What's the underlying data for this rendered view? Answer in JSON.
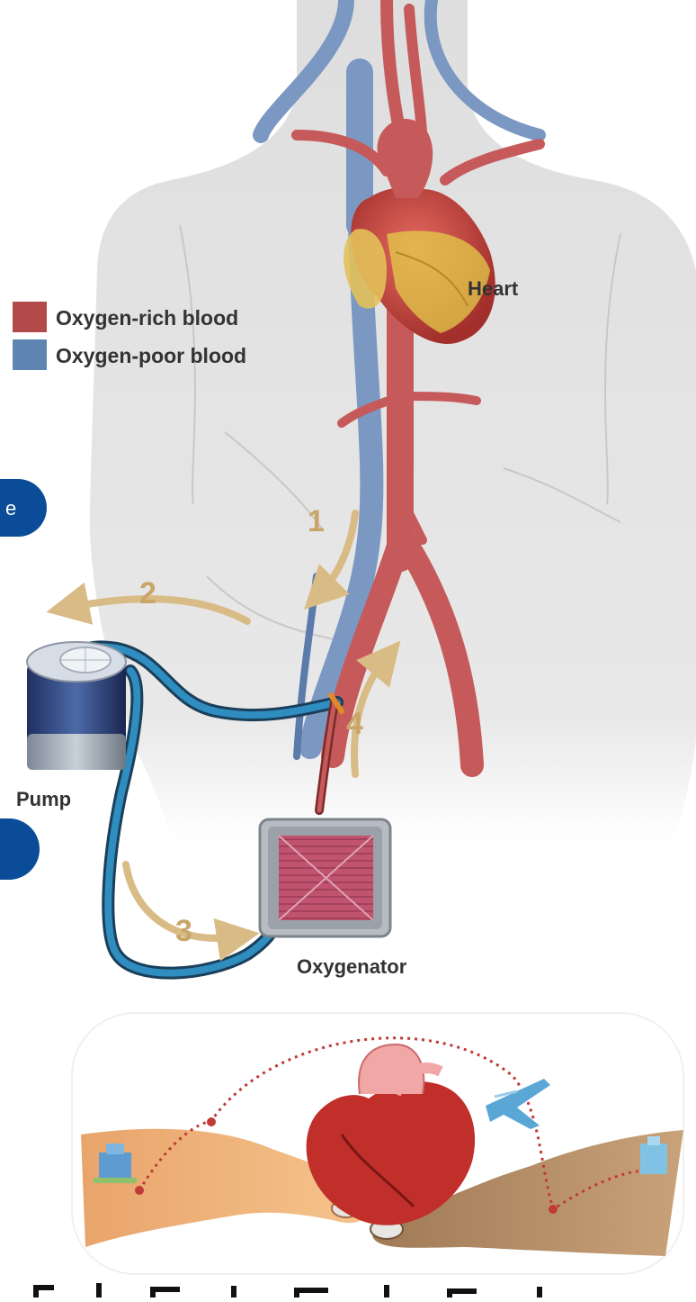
{
  "legend": {
    "rich_label": "Oxygen-rich blood",
    "poor_label": "Oxygen-poor blood",
    "rich_color": "#b24a4a",
    "poor_color": "#5f86b3"
  },
  "labels": {
    "heart": "Heart",
    "pump": "Pump",
    "oxygenator": "Oxygenator"
  },
  "steps": [
    "1",
    "2",
    "3",
    "4"
  ],
  "side_buttons": {
    "first_label": "e"
  },
  "colors": {
    "artery": "#c65a5a",
    "vein": "#7b98c2",
    "tube": "#2f8dbf",
    "arrow": "#d9bb86",
    "fat": "#e3cc49",
    "button": "#0a4c98"
  }
}
